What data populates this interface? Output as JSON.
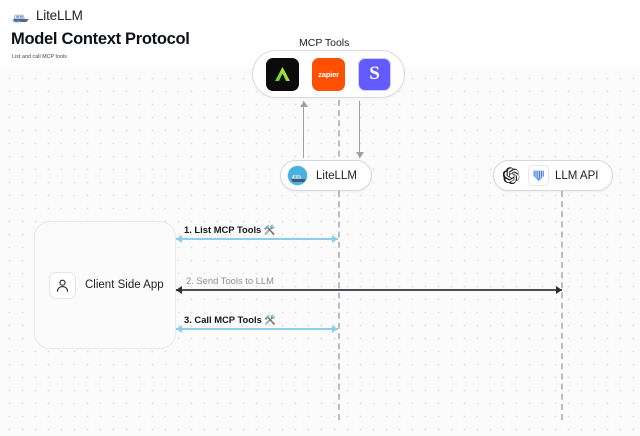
{
  "header": {
    "brand_icon": "speedboat-icon",
    "brand_name": "LiteLLM",
    "title": "Model Context Protocol",
    "subtitle": "List and call MCP tools"
  },
  "diagram": {
    "type": "sequence-diagram",
    "mcp_group": {
      "label": "MCP Tools",
      "tools": [
        {
          "name": "anthropic-tool-icon",
          "glyph": "triangle",
          "bg": "#0b0b0b",
          "fg": "#7bd94f"
        },
        {
          "name": "zapier-tool-icon",
          "glyph": "zapier",
          "bg": "#ff4f00",
          "fg": "#ffffff"
        },
        {
          "name": "slack-tool-icon",
          "glyph": "S",
          "bg": "#635bff",
          "fg": "#ffffff"
        }
      ]
    },
    "nodes": [
      {
        "id": "litellm",
        "label": "LiteLLM",
        "icon": "litellm-boat-icon"
      },
      {
        "id": "llm_api",
        "label": "LLM API",
        "icons": [
          "openai-icon",
          "anthropic-icon"
        ]
      },
      {
        "id": "client",
        "label": "Client Side App",
        "icon": "user-icon"
      }
    ],
    "messages": [
      {
        "index": "1",
        "text": "1. List MCP Tools",
        "emoji": "🛠️",
        "color": "#8ccdf0",
        "direction": "both"
      },
      {
        "index": "2",
        "text": "2. Send Tools to LLM",
        "emoji": "",
        "color": "#4a4f55",
        "direction": "both"
      },
      {
        "index": "3",
        "text": "3. Call MCP Tools",
        "emoji": "🛠️",
        "color": "#8ccdf0",
        "direction": "both"
      }
    ],
    "vertical_arrows": [
      {
        "name": "mcp-to-litellm-up",
        "direction": "up"
      },
      {
        "name": "litellm-to-mcp-down",
        "direction": "down"
      }
    ]
  }
}
